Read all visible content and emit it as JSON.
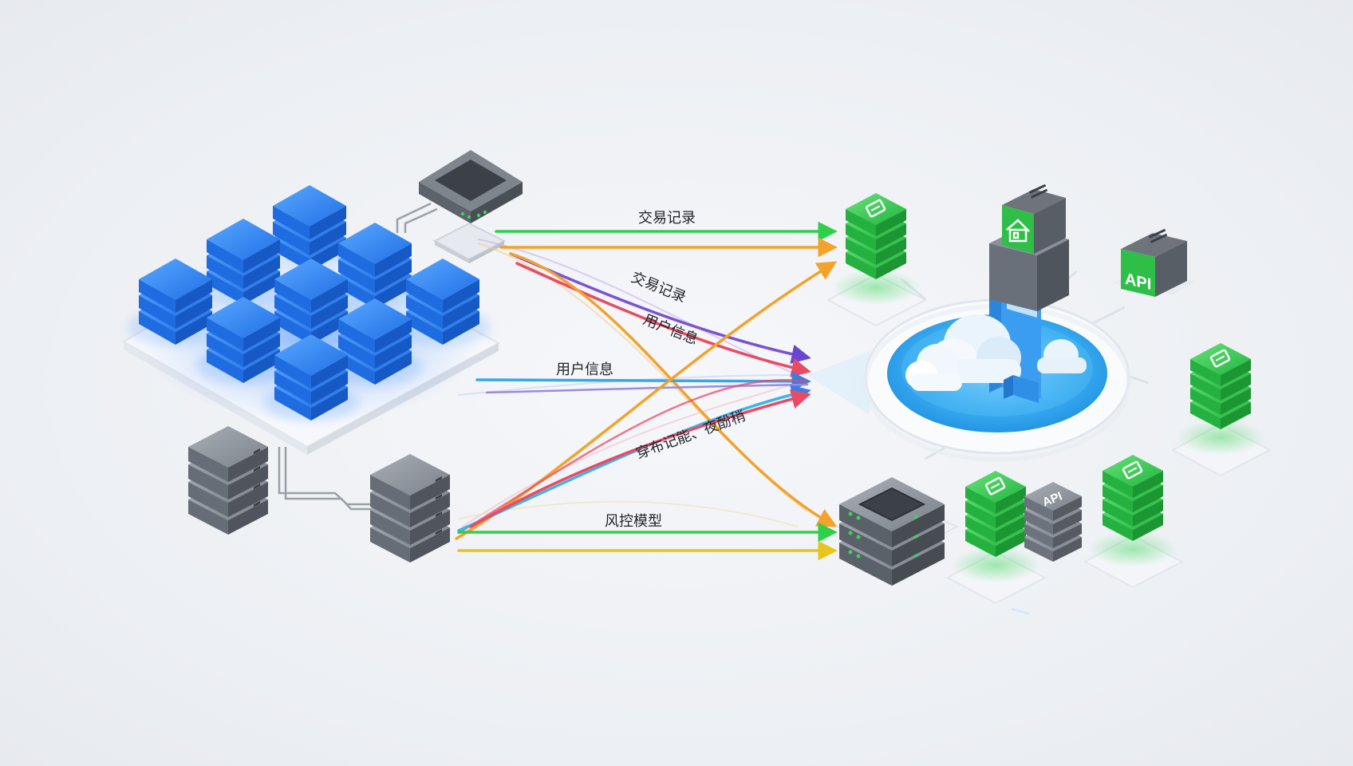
{
  "flows": {
    "transaction_top": "交易记录",
    "transaction_diag": "交易记录",
    "user_info_diag": "用户信息",
    "user_info_mid": "用户信息",
    "garbled_diag": "穿布记能、夜酚稍",
    "risk_model": "风控模型"
  },
  "icons": {
    "api_top": "API",
    "api_bottom": "API"
  },
  "colors": {
    "green": "#2fcf4a",
    "orange": "#f3a22a",
    "purple": "#7a52d6",
    "red": "#ea4a63",
    "blue": "#3aa6e8",
    "yellow": "#e8c51c",
    "server_blue": "#2b7ef0",
    "module_green": "#2ec44a",
    "hub_blue": "#3aaef2"
  }
}
